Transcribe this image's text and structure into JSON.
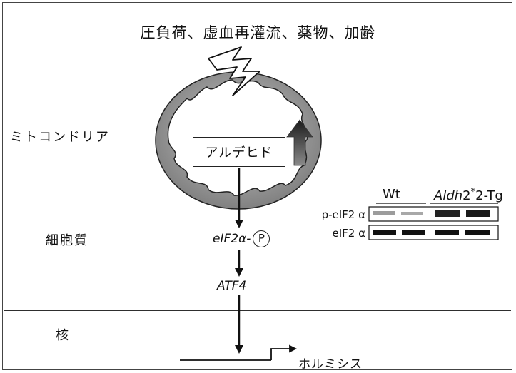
{
  "diagram": {
    "stress_factors": "圧負荷、虚血再灌流、薬物、加齢",
    "compartments": {
      "mitochondria": "ミトコンドリア",
      "cytoplasm": "細胞質",
      "nucleus": "核"
    },
    "aldehyde_box": "アルデヒド",
    "eif2a_label": "eIF2α-",
    "phospho_symbol": "P",
    "atf4_label": "ATF4",
    "output_label": "ホルミシス"
  },
  "blot": {
    "groups": [
      "Wt",
      "2-Tg"
    ],
    "tg_italic_prefix": "Aldh",
    "tg_superscript": "*",
    "tg_prefix_digit": "2",
    "rows": [
      "p-eIF2 α",
      "eIF2 α"
    ]
  },
  "colors": {
    "line": "#111111",
    "mito_fill": "#9a9a9a",
    "up_arrow_top": "#1a1a1a",
    "up_arrow_bottom": "#8a8a8a"
  }
}
